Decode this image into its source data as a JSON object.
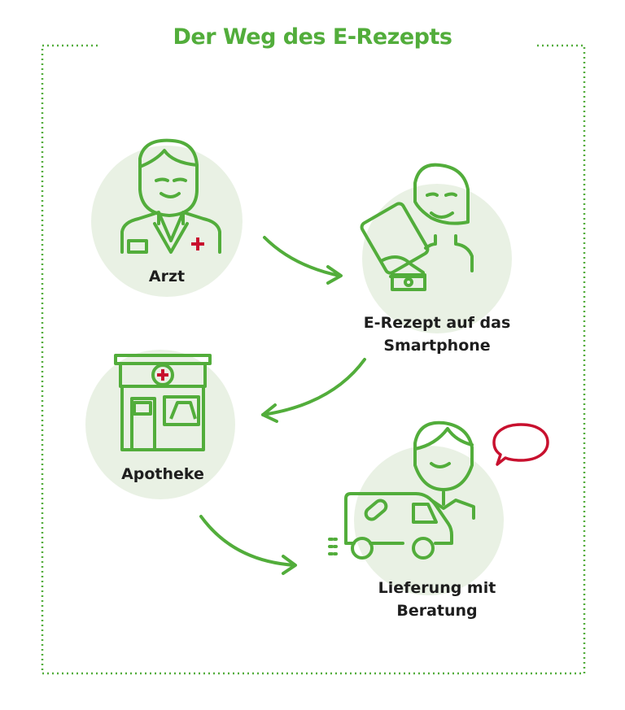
{
  "title": "Der Weg des E-Rezepts",
  "colors": {
    "green": "#52ad3b",
    "circle": "#e9f1e4",
    "red": "#c8102e"
  },
  "steps": [
    {
      "label": "Arzt",
      "icon": "doctor-icon"
    },
    {
      "label_line1": "E-Rezept auf das",
      "label_line2": "Smartphone",
      "icon": "smartphone-hand-icon"
    },
    {
      "label": "Apotheke",
      "icon": "pharmacy-icon"
    },
    {
      "label_line1": "Lieferung mit",
      "label_line2": "Beratung",
      "icon": "delivery-van-icon"
    }
  ]
}
